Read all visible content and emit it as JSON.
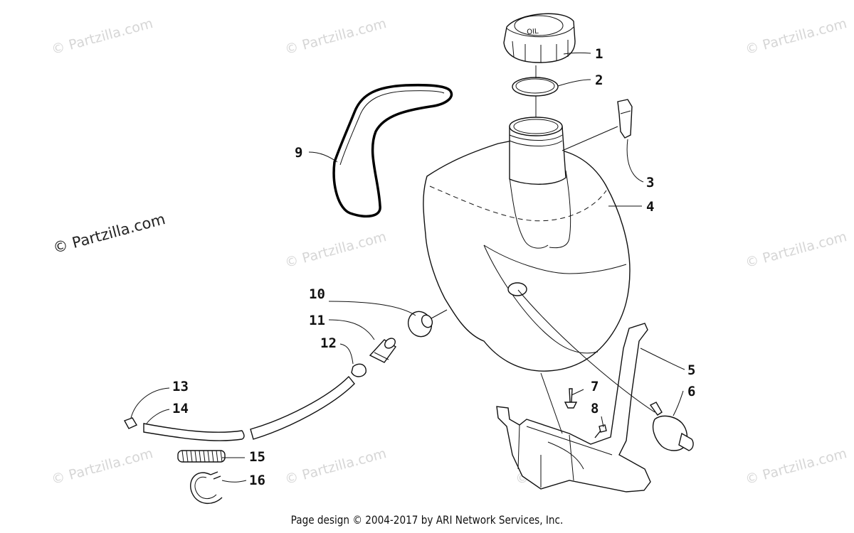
{
  "watermarks": {
    "repeat_text": "© Partzilla.com",
    "main_text": "© Partzilla.com"
  },
  "callouts": [
    {
      "id": "1",
      "label": "1"
    },
    {
      "id": "2",
      "label": "2"
    },
    {
      "id": "3",
      "label": "3"
    },
    {
      "id": "4",
      "label": "4"
    },
    {
      "id": "5",
      "label": "5"
    },
    {
      "id": "6",
      "label": "6"
    },
    {
      "id": "7",
      "label": "7"
    },
    {
      "id": "8",
      "label": "8"
    },
    {
      "id": "9",
      "label": "9"
    },
    {
      "id": "10",
      "label": "10"
    },
    {
      "id": "11",
      "label": "11"
    },
    {
      "id": "12",
      "label": "12"
    },
    {
      "id": "13",
      "label": "13"
    },
    {
      "id": "14",
      "label": "14"
    },
    {
      "id": "15",
      "label": "15"
    },
    {
      "id": "16",
      "label": "16"
    }
  ],
  "footer": {
    "text": "Page design © 2004-2017 by ARI Network Services, Inc."
  }
}
